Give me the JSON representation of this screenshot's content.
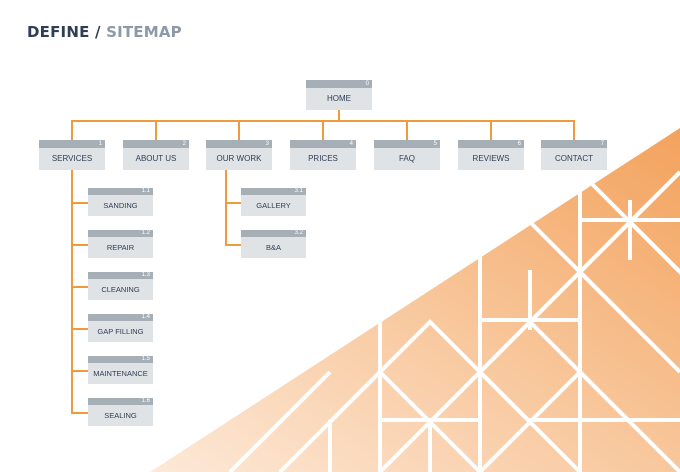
{
  "header": {
    "title_main": "DEFINE",
    "separator": " / ",
    "title_sub": "SITEMAP"
  },
  "colors": {
    "line": "#ee9a3e",
    "node_bg": "#dfe3e6",
    "node_num_bg": "#a6aeb6",
    "text_dark": "#2f3e55",
    "pattern": "#f3a25c"
  },
  "root": {
    "num": "0",
    "label": "HOME"
  },
  "sections": [
    {
      "num": "1",
      "label": "SERVICES"
    },
    {
      "num": "2",
      "label": "ABOUT US"
    },
    {
      "num": "3",
      "label": "OUR WORK"
    },
    {
      "num": "4",
      "label": "PRICES"
    },
    {
      "num": "5",
      "label": "FAQ"
    },
    {
      "num": "6",
      "label": "REVIEWS"
    },
    {
      "num": "7",
      "label": "CONTACT"
    }
  ],
  "services_children": [
    {
      "num": "1.1",
      "label": "SANDING"
    },
    {
      "num": "1.2",
      "label": "REPAIR"
    },
    {
      "num": "1.3",
      "label": "CLEANING"
    },
    {
      "num": "1.4",
      "label": "GAP FILLING"
    },
    {
      "num": "1.5",
      "label": "MAINTENANCE"
    },
    {
      "num": "1.6",
      "label": "SEALING"
    }
  ],
  "ourwork_children": [
    {
      "num": "3.1",
      "label": "GALLERY"
    },
    {
      "num": "3.2",
      "label": "B&A"
    }
  ]
}
